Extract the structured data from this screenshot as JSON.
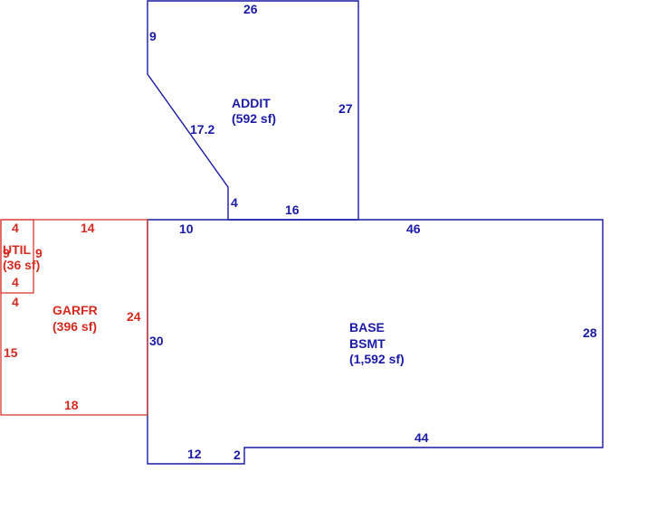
{
  "areas": {
    "addit": {
      "name": "ADDIT",
      "area": "(592 sf)",
      "color": "#1a1aa8"
    },
    "base": {
      "name_line1": "BASE",
      "name_line2": "BSMT",
      "area": "(1,592 sf)",
      "color": "#1a1aa8"
    },
    "garfr": {
      "name": "GARFR",
      "area": "(396 sf)",
      "color": "#d42a1f"
    },
    "util": {
      "name": "UTIL",
      "area": "(36 sf)",
      "color": "#d42a1f"
    }
  },
  "dimensions": {
    "addit_top": "26",
    "addit_left": "9",
    "addit_diag": "17.2",
    "addit_right": "27",
    "addit_step": "4",
    "addit_bottom": "16",
    "base_top_left": "10",
    "base_top": "46",
    "base_right": "28",
    "base_left": "30",
    "base_bottom": "44",
    "base_bottom_left": "12",
    "base_notch": "2",
    "garfr_top": "14",
    "garfr_right": "24",
    "garfr_left": "15",
    "garfr_bottom": "18",
    "garfr_left_upper": "4",
    "util_top": "4",
    "util_bottom": "4",
    "util_left": "9",
    "util_right": "9"
  }
}
